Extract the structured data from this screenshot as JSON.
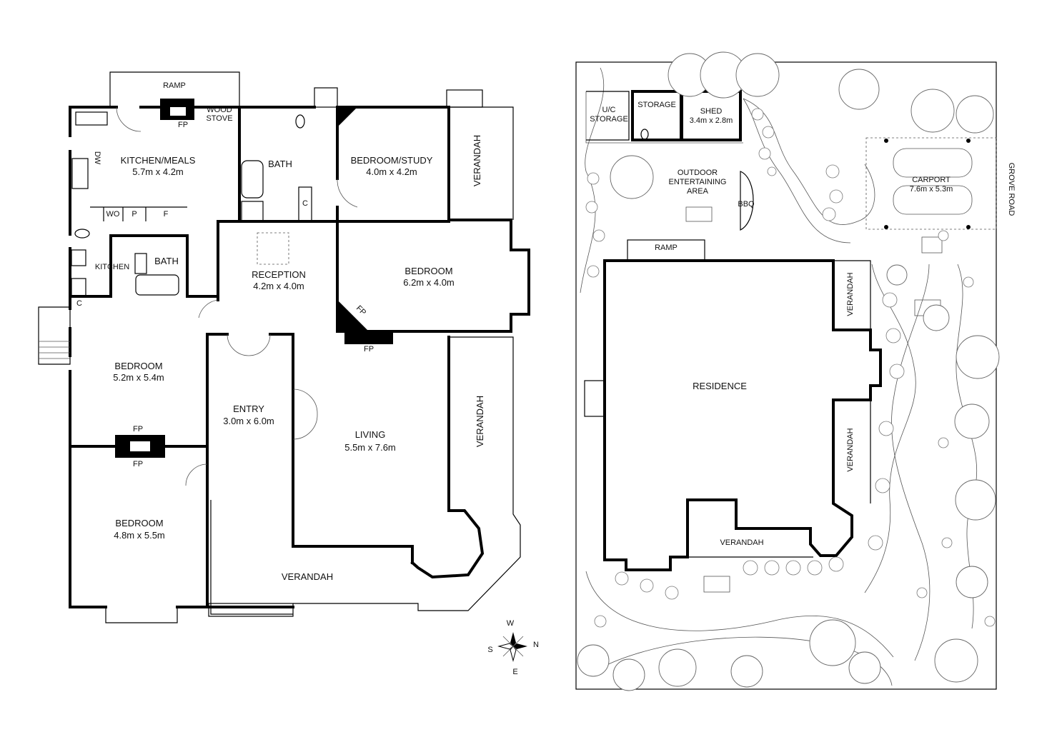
{
  "floor_plan": {
    "ramp": "RAMP",
    "wood_stove": [
      "WOOD",
      "STOVE"
    ],
    "fireplace": "FP",
    "kitchen_meals": {
      "name": "KITCHEN/MEALS",
      "size": "5.7m x 4.2m"
    },
    "dishwasher": "DW",
    "wall_oven": "WO",
    "pantry": "P",
    "fridge": "F",
    "bath_upper": "BATH",
    "cupboard": "C",
    "bedroom_study": {
      "name": "BEDROOM/STUDY",
      "size": "4.0m x 4.2m"
    },
    "verandah": "VERANDAH",
    "kitchen_small": "KITCHEN",
    "bath_lower": "BATH",
    "reception": {
      "name": "RECEPTION",
      "size": "4.2m x 4.0m"
    },
    "bedroom_east": {
      "name": "BEDROOM",
      "size": "6.2m x 4.0m"
    },
    "bedroom_1": {
      "name": "BEDROOM",
      "size": "5.2m x 5.4m"
    },
    "entry": {
      "name": "ENTRY",
      "size": "3.0m x 6.0m"
    },
    "living": {
      "name": "LIVING",
      "size": "5.5m x 7.6m"
    },
    "bedroom_2": {
      "name": "BEDROOM",
      "size": "4.8m x 5.5m"
    }
  },
  "compass": {
    "w": "W",
    "s": "S",
    "n": "N",
    "e": "E"
  },
  "site_plan": {
    "uc_storage": [
      "U/C",
      "STORAGE"
    ],
    "storage": "STORAGE",
    "shed": {
      "name": "SHED",
      "size": "3.4m x 2.8m"
    },
    "outdoor": [
      "OUTDOOR",
      "ENTERTAINING",
      "AREA"
    ],
    "bbq": "BBQ",
    "carport": {
      "name": "CARPORT",
      "size": "7.6m x 5.3m"
    },
    "grove_road": "GROVE ROAD",
    "ramp": "RAMP",
    "residence": "RESIDENCE",
    "verandah": "VERANDAH"
  }
}
